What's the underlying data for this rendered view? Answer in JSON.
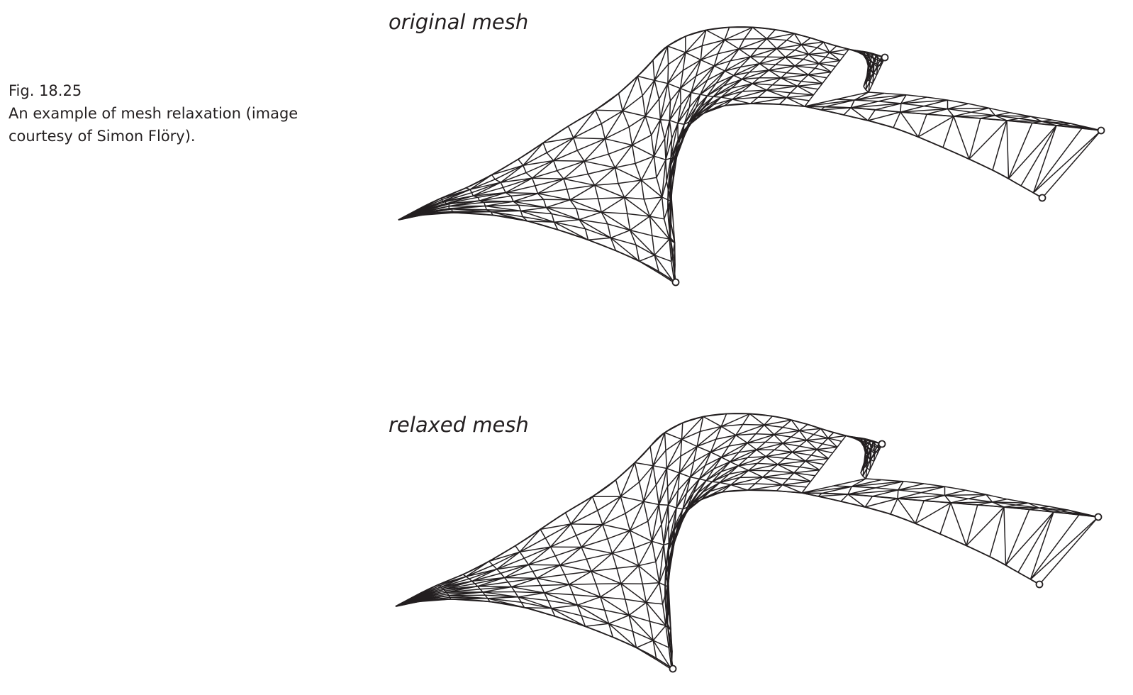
{
  "caption": {
    "figure_number": "Fig. 18.25",
    "text_line1": "An example of mesh relaxation (image",
    "text_line2": "courtesy of Simon Flöry)."
  },
  "panels": {
    "original": {
      "label": "original mesh",
      "relaxed": false
    },
    "relaxed": {
      "label": "relaxed mesh",
      "relaxed": true
    }
  },
  "style": {
    "line_color": "#231f20",
    "anchor_fill": "#ffffff"
  }
}
